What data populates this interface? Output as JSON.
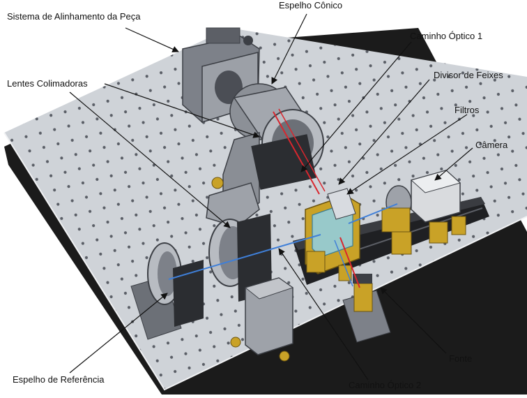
{
  "labels": {
    "sistema": "Sistema de Alinhamento da Peça",
    "espelho_conico": "Espelho Cônico",
    "caminho1": "Caminho Óptico 1",
    "lentes": "Lentes Colimadoras",
    "divisor": "Divisor de Feixes",
    "filtros": "Filtros",
    "camera": "Câmera",
    "fonte": "Fonte",
    "espelho_ref": "Espelho de Referência",
    "caminho2": "Caminho Óptico 2"
  },
  "colors": {
    "table_top": "#cfd3d8",
    "table_edge": "#1b1b1b",
    "hole": "#5a5e66",
    "metal": "#7d8189",
    "metal_dark": "#3c3f45",
    "brass": "#c9a227",
    "beam_red": "#d9262e",
    "beam_blue": "#3f7fd8",
    "glass": "#8fd0e8"
  }
}
